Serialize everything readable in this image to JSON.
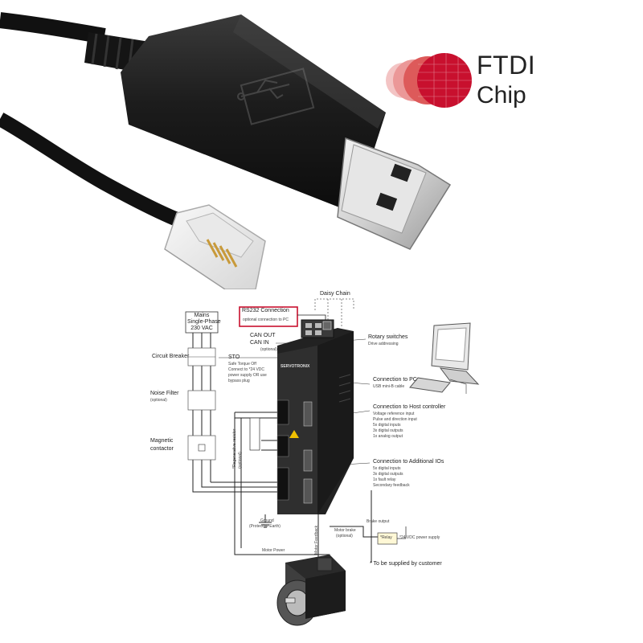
{
  "brand": {
    "name": "FTDI",
    "sub": "Chip"
  },
  "diagram": {
    "mains": {
      "line1": "Mains",
      "line2": "Single-Phase",
      "line3": "230 VAC"
    },
    "rs232": {
      "title": "RS232 Connection",
      "sub": "optional connection to PC"
    },
    "daisy_chain": "Daisy Chain",
    "can_out": "CAN OUT",
    "can_in": "CAN IN",
    "can_optional": "(optional)",
    "rotary": {
      "title": "Rotary switches",
      "sub": "Drive addressing"
    },
    "circuit_breaker": "Circuit Breaker",
    "sto": {
      "title": "STO",
      "l1": "Safe Torque Off",
      "l2": "Connect to *24 VDC",
      "l3": "power supply OR use",
      "l4": "bypass plug"
    },
    "brand_on_drive": "SERVOTRONIX",
    "noise_filter": {
      "title": "Noise Filter",
      "sub": "(optional)"
    },
    "pc_conn": {
      "title": "Connection to PC",
      "sub": "USB mini-B cable"
    },
    "host": {
      "title": "Connection to Host controller",
      "l1": "Voltage reference input",
      "l2": "Pulse and direction input",
      "l3": "5x digital inputs",
      "l4": "3x digital outputs",
      "l5": "1x analog output"
    },
    "magnetic": {
      "l1": "Magnetic",
      "l2": "contactor"
    },
    "regen": {
      "l1": "*Regenerative resistor",
      "l2": "(optional)"
    },
    "addl": {
      "title": "Connection to Additional IOs",
      "l1": "5x digital inputs",
      "l2": "3x digital outputs",
      "l3": "1x fault relay",
      "l4": "Secondary feedback"
    },
    "ground": {
      "l1": "Ground",
      "l2": "(Protective Earth)"
    },
    "brake_output": "Brake output",
    "motor_brake": {
      "l1": "Motor brake",
      "l2": "(optional)"
    },
    "motor_feedback": "Motor Feedback",
    "relay": "*Relay",
    "power_24": "*24 VDC power supply",
    "motor_power": "Motor Power",
    "customer_note": "* To be supplied by customer"
  },
  "colors": {
    "brand_red": "#c8102e",
    "highlight_box": "#c8102e",
    "cable": "#1a1a1a"
  }
}
